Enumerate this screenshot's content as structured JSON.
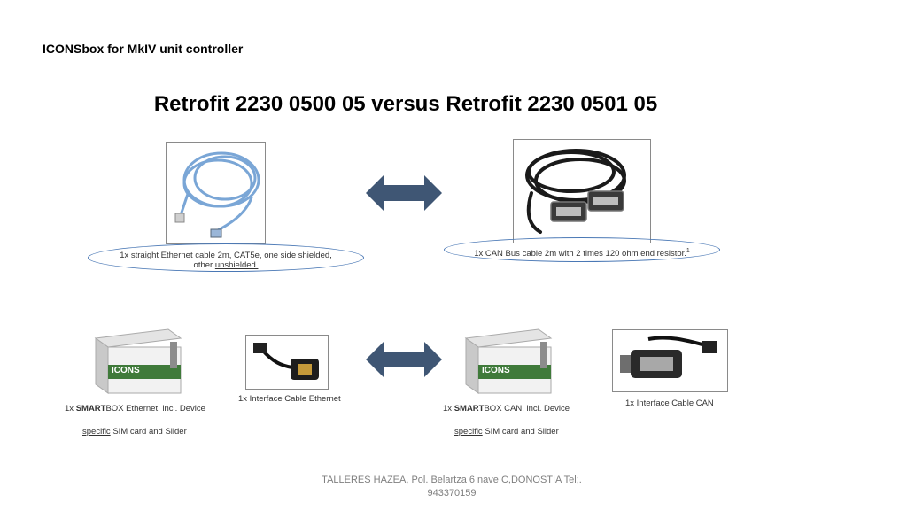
{
  "header": {
    "text": "ICONSbox for MkIV unit controller"
  },
  "title": {
    "text": "Retrofit 2230 0500 05 versus Retrofit 2230 0501 05"
  },
  "top_left": {
    "caption_line1": "1x straight Ethernet cable 2m, CAT5e, one side shielded,",
    "caption_line2_prefix": "other ",
    "caption_line2_link": "unshielded."
  },
  "top_right": {
    "caption": "1x CAN Bus cable 2m with 2 times 120 ohm end resistor.",
    "footnote": "1"
  },
  "bottom_left": {
    "device_line1_prefix": "1x ",
    "device_line1_bold": "SMART",
    "device_line1_rest": "BOX Ethernet, incl. Device",
    "device_line2_link": "specific",
    "device_line2_rest": " SIM card and Slider",
    "device_brand": "ICONS",
    "cable_caption": "1x Interface Cable Ethernet"
  },
  "bottom_right": {
    "device_line1_prefix": "1x ",
    "device_line1_bold": "SMART",
    "device_line1_rest": "BOX CAN, incl. Device",
    "device_line2_link": "specific",
    "device_line2_rest": " SIM card and Slider",
    "device_brand": "ICONS",
    "cable_caption": "1x Interface Cable CAN"
  },
  "footer": {
    "line1": "TALLERES HAZEA, Pol. Belartza 6 nave C,DONOSTIA  Tel;.",
    "line2": "943370159"
  },
  "colors": {
    "arrow": "#3f5674",
    "oval": "#4a78b5",
    "cable_blue": "#7aa6d6",
    "brand_green": "#3f7a3a"
  },
  "icons": [
    "double-arrow-icon",
    "ethernet-cable-image",
    "can-cable-image",
    "smartbox-device-image",
    "interface-cable-image"
  ]
}
